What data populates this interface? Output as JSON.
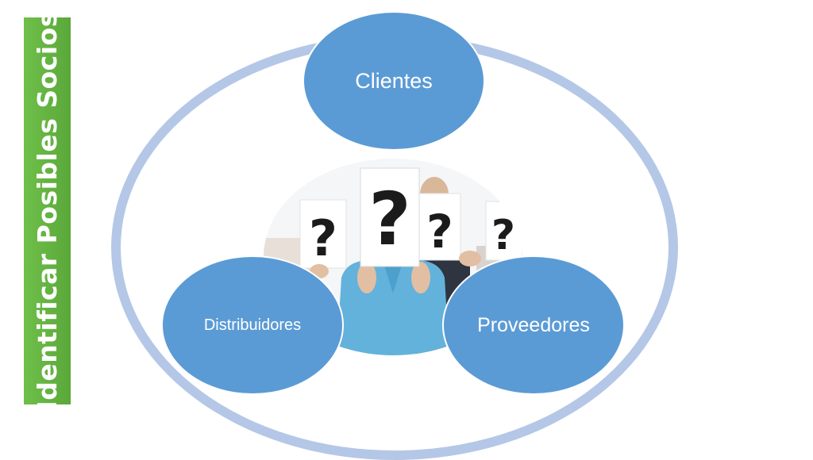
{
  "title": "Identificar Posibles Socios",
  "diagram": {
    "nodes": {
      "top": "Clientes",
      "left": "Distribuidores",
      "right": "Proveedores"
    },
    "center_image_icon": "question-mark-people-photo"
  },
  "colors": {
    "title_bar": "#5aa83a",
    "node_fill": "#5b9bd5",
    "ring": "#b4c7e7",
    "node_text": "#ffffff"
  }
}
